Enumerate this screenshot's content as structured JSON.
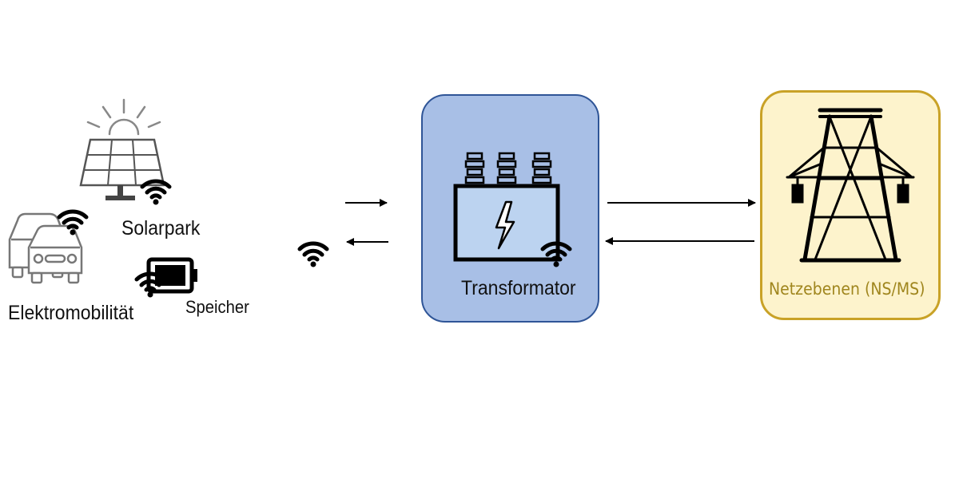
{
  "sources": {
    "solar_label": "Solarpark",
    "emob_label": "Elektromobilität",
    "storage_label": "Speicher"
  },
  "transformer": {
    "label": "Transformator",
    "fill": "#a8bfe6",
    "border": "#2f5597"
  },
  "grid": {
    "label": "Netzebenen (NS/MS)",
    "fill": "#fdf3cc",
    "border": "#c9a227"
  },
  "icons": [
    "solar-panel-icon",
    "sun-icon",
    "car-icon",
    "battery-icon",
    "wifi-icon",
    "transformer-icon",
    "lightning-icon",
    "power-pylon-icon"
  ]
}
